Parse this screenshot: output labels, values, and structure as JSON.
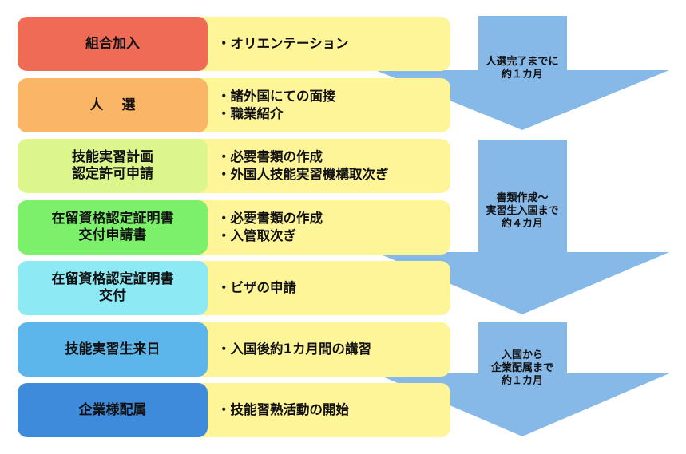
{
  "steps": [
    {
      "label_lines": [
        "組合加入"
      ],
      "details": [
        "・オリエンテーション"
      ],
      "color": "#ef6b55"
    },
    {
      "label_lines": [
        "人　 選"
      ],
      "details": [
        "・諸外国にての面接",
        "・職業紹介"
      ],
      "color": "#fbb567"
    },
    {
      "label_lines": [
        "技能実習計画",
        "認定許可申請"
      ],
      "details": [
        "・必要書類の作成",
        "・外国人技能実習機構取次ぎ"
      ],
      "color": "#dcf68d"
    },
    {
      "label_lines": [
        "在留資格認定証明書",
        "交付申請書"
      ],
      "details": [
        "・必要書類の作成",
        "・入管取次ぎ"
      ],
      "color": "#7cf06a"
    },
    {
      "label_lines": [
        "在留資格認定証明書",
        "交付"
      ],
      "details": [
        "・ビザの申請"
      ],
      "color": "#8de9f4"
    },
    {
      "label_lines": [
        "技能実習生来日"
      ],
      "details": [
        "・入国後約1カ月間の講習"
      ],
      "color": "#5cb6ec"
    },
    {
      "label_lines": [
        "企業様配属"
      ],
      "details": [
        "・技能習熟活動の開始"
      ],
      "color": "#3e8bdb"
    }
  ],
  "durations": [
    {
      "lines": [
        "人選完了までに",
        "約１カ月"
      ]
    },
    {
      "lines": [
        "書類作成～",
        "実習生入国まで",
        "約４カ月"
      ]
    },
    {
      "lines": [
        "入国から",
        "企業配属まで",
        "約１カ月"
      ]
    }
  ],
  "colors": {
    "detail_bg": "#fef498",
    "arrow": "#86b9e8"
  }
}
